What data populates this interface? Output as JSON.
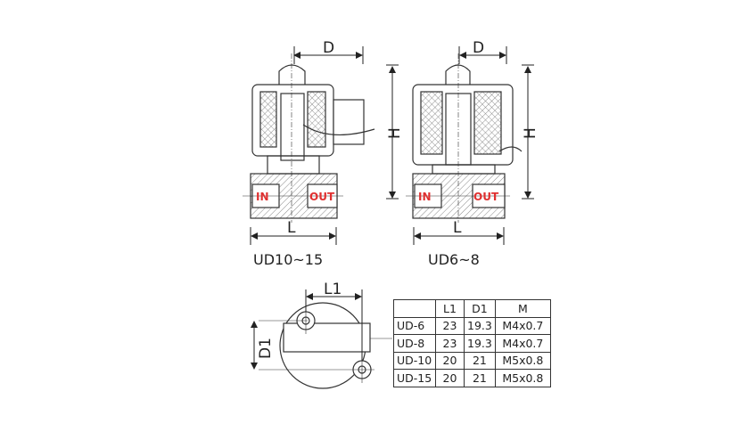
{
  "colors": {
    "line": "#333333",
    "port_text": "#e03030",
    "hatch": "#999999"
  },
  "valve_large": {
    "label": "UD10~15",
    "dim_d": "D",
    "dim_h": "H",
    "dim_l": "L",
    "port_in": "IN",
    "port_out": "OUT"
  },
  "valve_small": {
    "label": "UD6~8",
    "dim_d": "D",
    "dim_h": "H",
    "dim_l": "L",
    "port_in": "IN",
    "port_out": "OUT"
  },
  "bottom_view": {
    "dim_l1": "L1",
    "dim_d1": "D1"
  },
  "table": {
    "headers": [
      "",
      "L1",
      "D1",
      "M"
    ],
    "rows": [
      [
        "UD-6",
        "23",
        "19.3",
        "M4x0.7"
      ],
      [
        "UD-8",
        "23",
        "19.3",
        "M4x0.7"
      ],
      [
        "UD-10",
        "20",
        "21",
        "M5x0.8"
      ],
      [
        "UD-15",
        "20",
        "21",
        "M5x0.8"
      ]
    ]
  }
}
